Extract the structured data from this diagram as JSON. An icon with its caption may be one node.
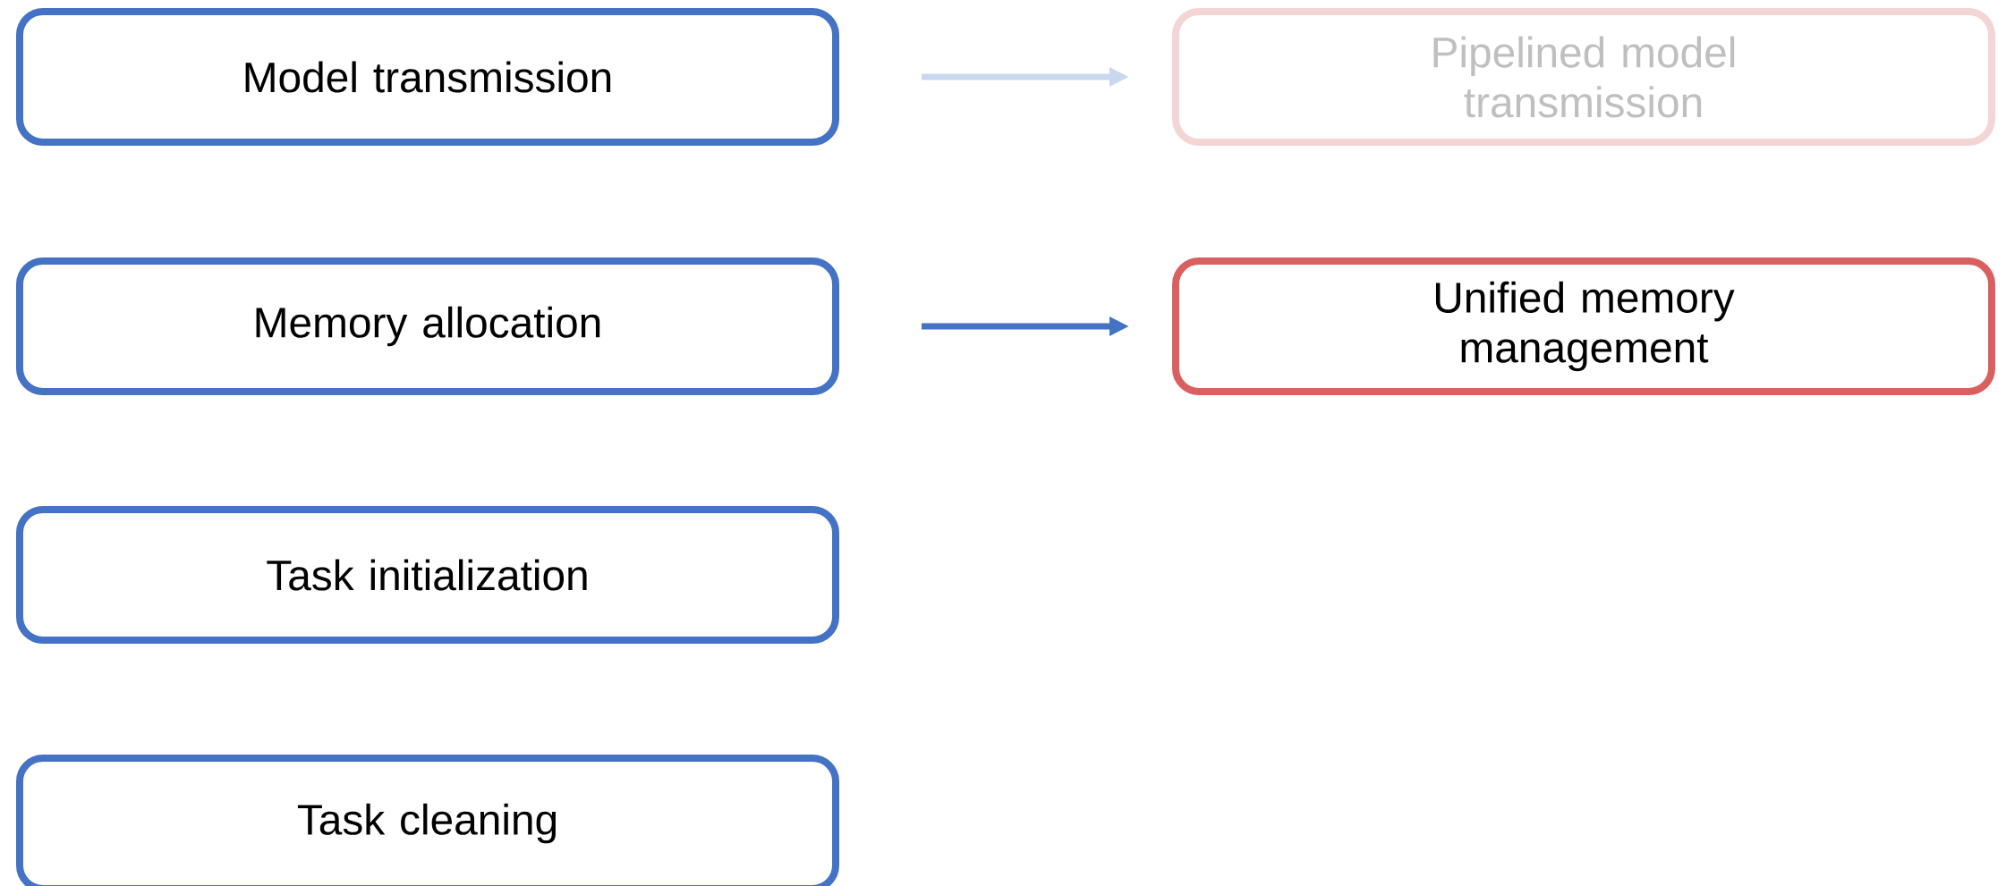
{
  "diagram": {
    "nodes": [
      {
        "text": [
          "Model transmission"
        ]
      },
      {
        "text": [
          "Memory allocation"
        ]
      },
      {
        "text": [
          "Task initialization"
        ]
      },
      {
        "text": [
          "Task cleaning"
        ]
      },
      {
        "text": [
          "Pipelined model transmission"
        ]
      },
      {
        "text": [
          "Unified memory management"
        ]
      }
    ],
    "edges": [
      {
        "from": 0,
        "to": 4,
        "arrow": "to",
        "color": "#c9d8ef"
      },
      {
        "from": 1,
        "to": 5,
        "arrow": "to",
        "color": "#4472c4"
      }
    ]
  }
}
